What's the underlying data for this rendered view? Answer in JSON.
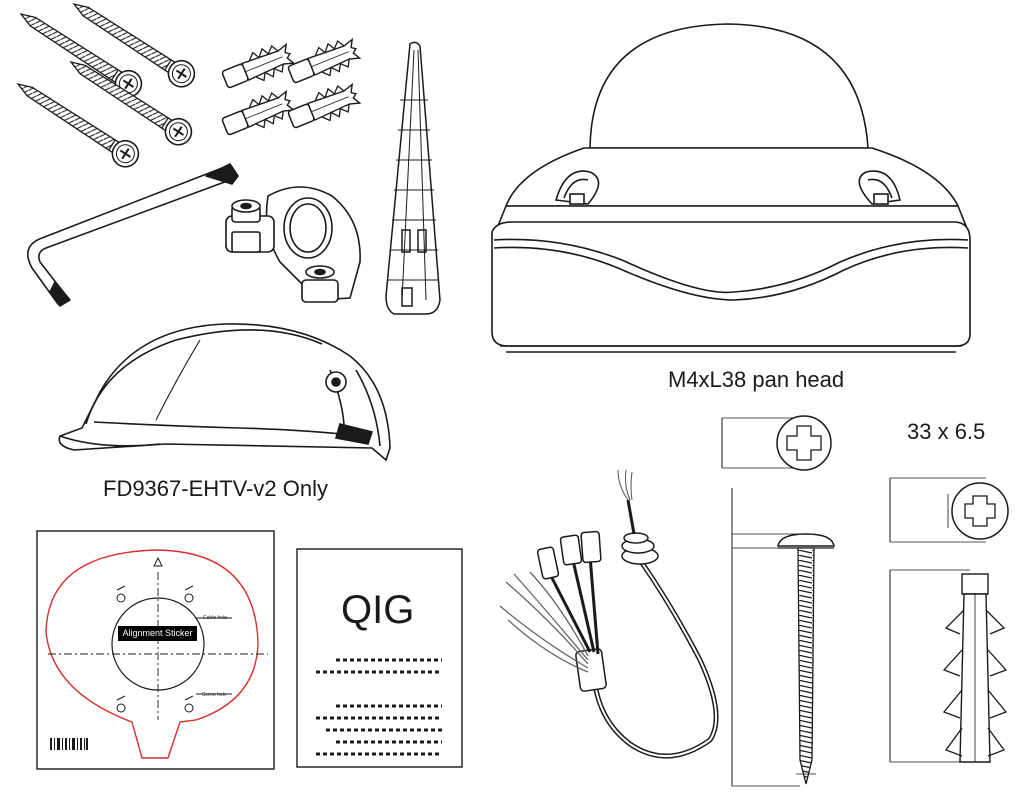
{
  "labels": {
    "pan_head": "M4xL38 pan head",
    "fd_only": "FD9367-EHTV-v2 Only",
    "anchor_size": "33 x 6.5",
    "qig": "QIG",
    "alignment_sticker": "Alignment Sticker",
    "cable_hole": "Cable hole",
    "screw_hole": "Screw hole"
  },
  "colors": {
    "line": "#1a1a1a",
    "sticker_outline": "#d9302c",
    "background": "#ffffff"
  },
  "icons": {
    "screws": "wood-screw-icon",
    "anchors": "plastic-anchor-icon",
    "wrench": "torx-l-wrench-icon",
    "bracket": "ring-bracket-icon",
    "tool": "tapered-tool-icon",
    "camera": "dome-camera-icon",
    "shield": "sun-shield-icon",
    "cable": "cable-assembly-icon"
  }
}
